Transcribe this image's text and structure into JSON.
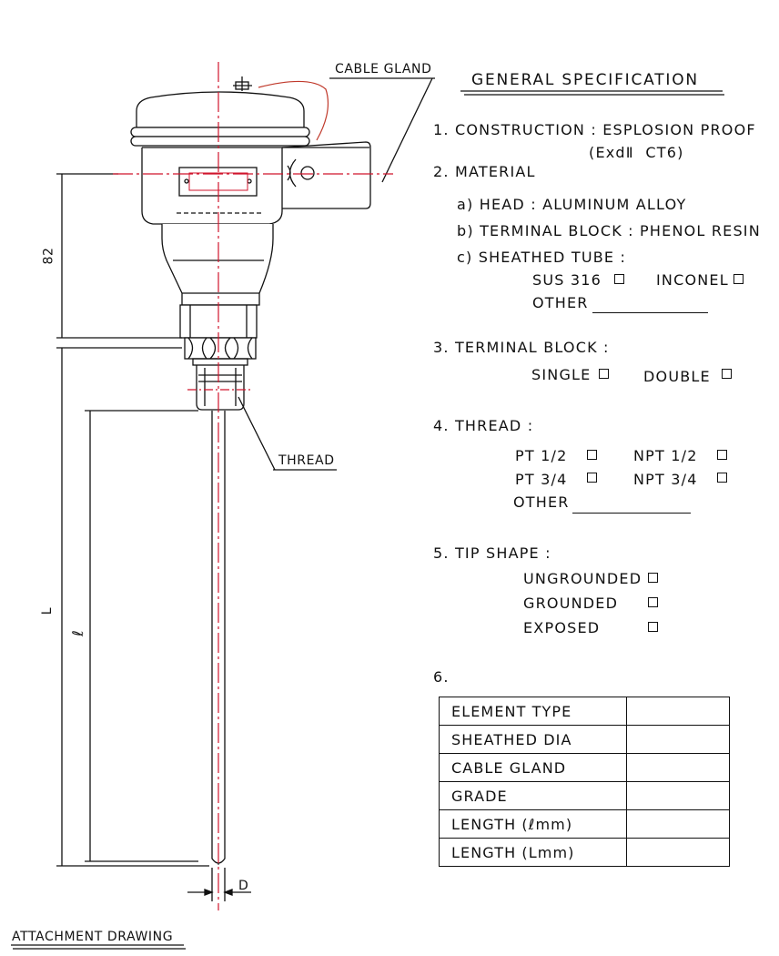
{
  "title": "GENERAL SPECIFICATION",
  "drawing": {
    "cable_gland_label": "CABLE GLAND",
    "thread_label": "THREAD",
    "dim_82": "82",
    "dim_L": "L",
    "dim_l": "ℓ",
    "dim_D": "D",
    "caption": "ATTACHMENT DRAWING"
  },
  "spec": {
    "construction": "1. CONSTRUCTION : ESPLOSION PROOF",
    "construction_sub": "(ExdⅡ  CT6)",
    "material": "2. MATERIAL",
    "head": "a) HEAD : ALUMINUM ALLOY",
    "terminal_block_mat": "b) TERMINAL BLOCK : PHENOL RESIN",
    "sheathed_tube": "c) SHEATHED TUBE :",
    "sus316": "SUS 316",
    "inconel": "INCONEL",
    "other_tube": "OTHER",
    "terminal_block": "3. TERMINAL BLOCK :",
    "single": "SINGLE",
    "double": "DOUBLE",
    "thread": "4. THREAD :",
    "pt12": "PT 1/2",
    "npt12": "NPT 1/2",
    "pt34": "PT 3/4",
    "npt34": "NPT 3/4",
    "other_thread": "OTHER",
    "tip_shape": "5. TIP SHAPE :",
    "ungrounded": "UNGROUNDED",
    "grounded": "GROUNDED",
    "exposed": "EXPOSED",
    "item6": "6."
  },
  "table": [
    {
      "label": "ELEMENT TYPE",
      "value": ""
    },
    {
      "label": "SHEATHED DIA",
      "value": ""
    },
    {
      "label": "CABLE GLAND",
      "value": ""
    },
    {
      "label": "GRADE",
      "value": ""
    },
    {
      "label": "LENGTH (ℓmm)",
      "value": ""
    },
    {
      "label": "LENGTH (Lmm)",
      "value": ""
    }
  ],
  "colors": {
    "centerline": "#d0142c",
    "ink": "#111111",
    "gland_wire": "#c0392b"
  }
}
